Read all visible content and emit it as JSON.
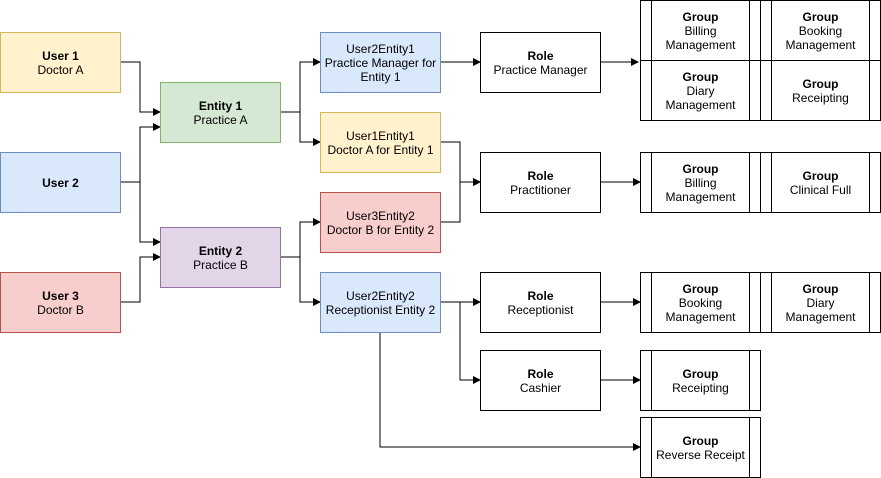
{
  "users": [
    {
      "title": "User 1",
      "sub": "Doctor A",
      "color": "#fff2cc"
    },
    {
      "title": "User 2",
      "sub": "",
      "color": "#dae8fc"
    },
    {
      "title": "User 3",
      "sub": "Doctor B",
      "color": "#f8cecc"
    }
  ],
  "entities": [
    {
      "title": "Entity 1",
      "sub": "Practice A",
      "color": "#d5e8d4"
    },
    {
      "title": "Entity 2",
      "sub": "Practice B",
      "color": "#e1d5e7"
    }
  ],
  "user_entities": [
    {
      "text": "User2Entity1\nPractice Manager for\nEntity 1",
      "color": "#dae8fc"
    },
    {
      "text": "User1Entity1\nDoctor A for Entity 1",
      "color": "#fff2cc"
    },
    {
      "text": "User3Entity2\nDoctor B for Entity 2",
      "color": "#f8cecc"
    },
    {
      "text": "User2Entity2\nReceptionist Entity 2",
      "color": "#dae8fc"
    }
  ],
  "roles": [
    {
      "title": "Role",
      "sub": "Practice Manager"
    },
    {
      "title": "Role",
      "sub": "Practitioner"
    },
    {
      "title": "Role",
      "sub": "Receptionist"
    },
    {
      "title": "Role",
      "sub": "Cashier"
    }
  ],
  "groups": [
    {
      "title": "Group",
      "sub": "Billing\nManagement"
    },
    {
      "title": "Group",
      "sub": "Booking\nManagement"
    },
    {
      "title": "Group",
      "sub": "Diary\nManagement"
    },
    {
      "title": "Group",
      "sub": "Receipting"
    },
    {
      "title": "Group",
      "sub": "Billing\nManagement"
    },
    {
      "title": "Group",
      "sub": "Clinical Full"
    },
    {
      "title": "Group",
      "sub": "Booking\nManagement"
    },
    {
      "title": "Group",
      "sub": "Diary\nManagement"
    },
    {
      "title": "Group",
      "sub": "Receipting"
    },
    {
      "title": "Group",
      "sub": "Reverse Receipt"
    }
  ]
}
